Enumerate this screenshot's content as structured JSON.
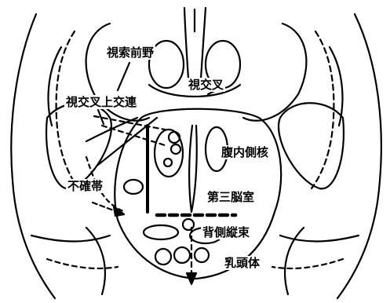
{
  "labels": {
    "optic_preoptic": "視索前野",
    "optic_chiasm": "視交叉",
    "suprachiasmatic_commissure": "視交叉上交連",
    "ventromedial_nucleus": "腹内側核",
    "zona_incerta": "不確帯",
    "third_ventricle": "第三脳室",
    "dorsal_longitudinal_fasciculus": "背側縦束",
    "mammillary_body": "乳頭体"
  },
  "colors": {
    "ink": "#000000",
    "paper": "#ffffff"
  }
}
